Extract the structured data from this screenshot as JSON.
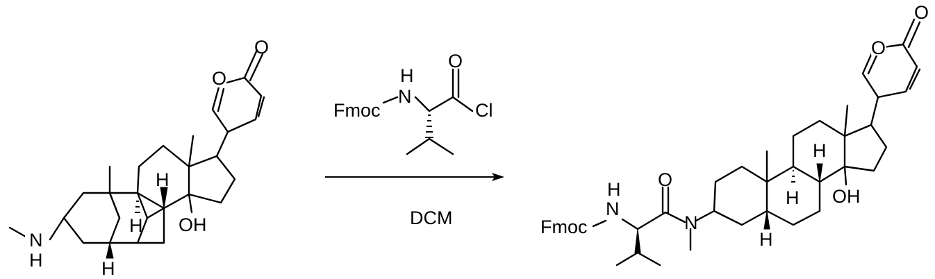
{
  "reactant": {
    "labels": {
      "amine_N": "N",
      "amine_H": "H",
      "oh": "OH",
      "h_c8": "H",
      "h_c9": "H",
      "h_c5": "H",
      "ring_O": "O",
      "carbonyl_O": "O"
    }
  },
  "reagent": {
    "labels": {
      "fmoc": "Fmoc",
      "nh_N": "N",
      "nh_H": "H",
      "carbonyl_O": "O",
      "cl": "Cl"
    }
  },
  "conditions": {
    "solvent": "DCM"
  },
  "product": {
    "labels": {
      "fmoc": "Fmoc",
      "nh_N": "N",
      "nh_H": "H",
      "amide_O": "O",
      "amide_N": "N",
      "oh": "OH",
      "h_c8": "H",
      "h_c9": "H",
      "h_c5": "H",
      "ring_O": "O",
      "carbonyl_O": "O"
    }
  }
}
